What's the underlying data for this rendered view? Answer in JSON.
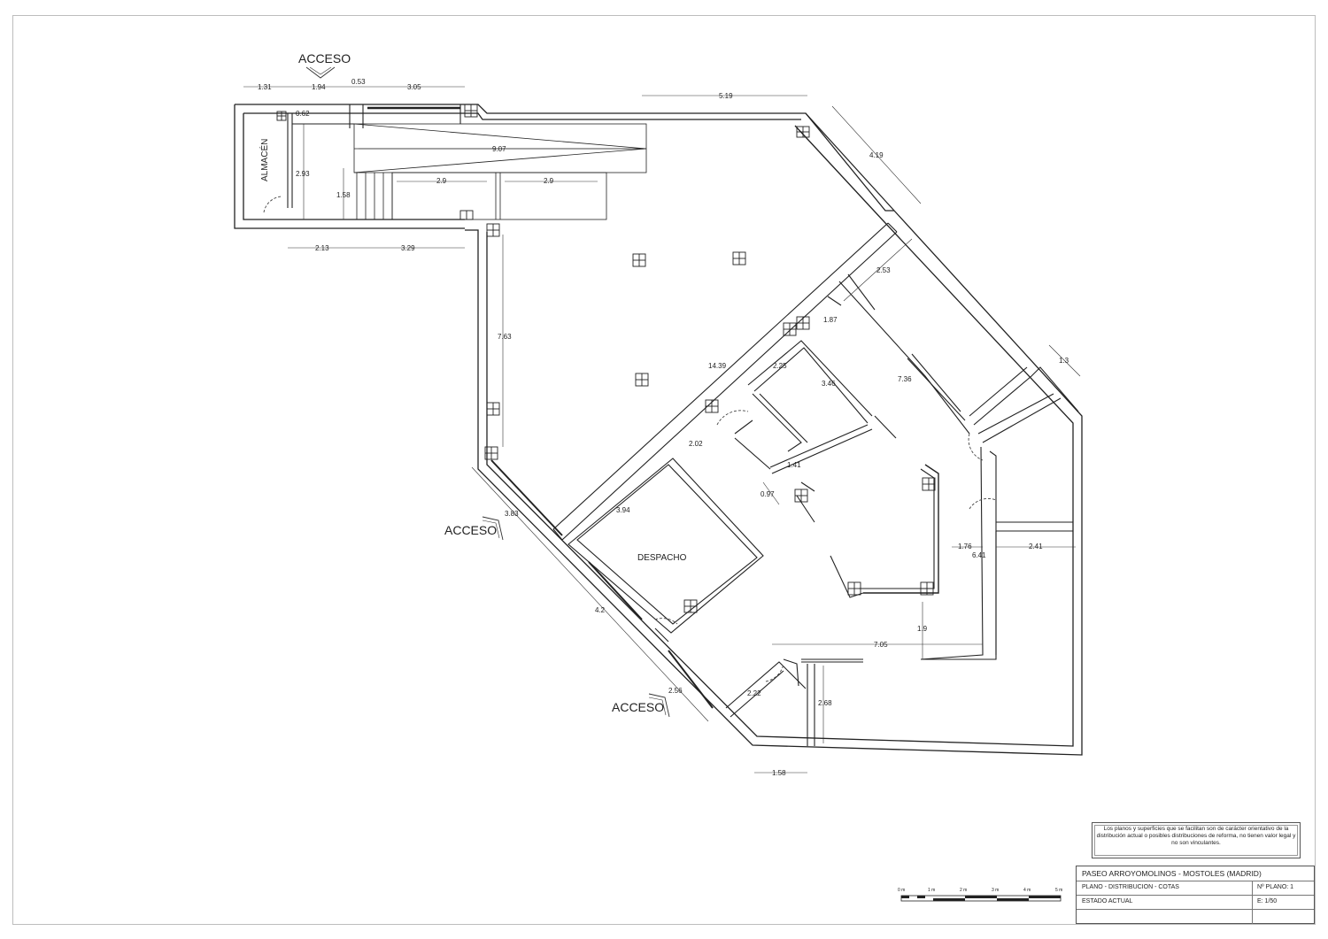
{
  "plan": {
    "rooms": {
      "almacen": "ALMACÉN",
      "despacho": "DESPACHO"
    },
    "accesses": [
      "ACCESO",
      "ACCESO",
      "ACCESO"
    ],
    "dimensions": [
      "1.31",
      "1.94",
      "0.53",
      "3.05",
      "5.19",
      "0.62",
      "9.07",
      "2.93",
      "4.19",
      "2.9",
      "2.9",
      "1.58",
      "2.13",
      "3.29",
      "2.53",
      "1.87",
      "7.63",
      "14.39",
      "2.25",
      "1.3",
      "3.46",
      "7.36",
      "2.02",
      "1.41",
      "0.97",
      "3.94",
      "3.83",
      "1.76",
      "6.41",
      "2.41",
      "4.2",
      "1.9",
      "7.05",
      "2.56",
      "2.22",
      "2.68",
      "1.58"
    ]
  },
  "note": "Los planos y superficies que se facilitan son de carácter orientativo de la distribución actual o posibles distribuciones de reforma, no tienen valor legal y no son vinculantes.",
  "scale_bar": {
    "labels": [
      "0 m",
      "1 m",
      "2 m",
      "3 m",
      "4 m",
      "5 m"
    ]
  },
  "title_block": {
    "address": "PASEO ARROYOMOLINOS - MOSTOLES   (MADRID)",
    "plan_label": "PLANO   -  DISTRIBUCION - COTAS",
    "plan_number": "Nº PLANO:  1",
    "status": "ESTADO  ACTUAL",
    "scale": "E: 1/50"
  }
}
